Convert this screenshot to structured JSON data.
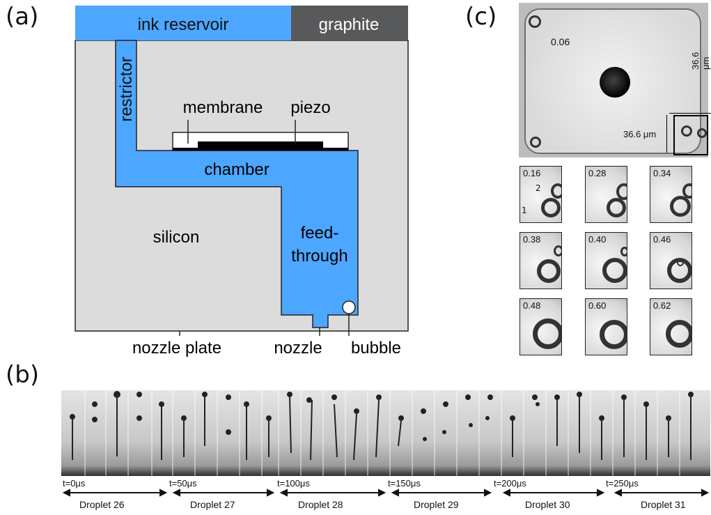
{
  "panels": {
    "a": {
      "label": "(a)",
      "ink_reservoir": "ink reservoir",
      "graphite": "graphite",
      "restrictor": "restrictor",
      "membrane": "membrane",
      "piezo": "piezo",
      "chamber": "chamber",
      "feedthrough_line1": "feed-",
      "feedthrough_line2": "through",
      "silicon": "silicon",
      "nozzle_plate": "nozzle plate",
      "nozzle": "nozzle",
      "bubble": "bubble"
    },
    "b": {
      "label": "(b)",
      "time_labels": [
        "t=0μs",
        "t=50μs",
        "t=100μs",
        "t=150μs",
        "t=200μs",
        "t=250μs"
      ],
      "droplet_labels": [
        "Droplet 26",
        "Droplet 27",
        "Droplet 28",
        "Droplet 29",
        "Droplet 30",
        "Droplet 31"
      ]
    },
    "c": {
      "label": "(c)",
      "main_value": "0.06",
      "dim_vertical": "36.6 μm",
      "dim_horizontal": "36.6 μm",
      "tile_values": [
        "0.16",
        "0.28",
        "0.34",
        "0.38",
        "0.40",
        "0.46",
        "0.48",
        "0.60",
        "0.62"
      ],
      "arrow_1": "1",
      "arrow_2": "2"
    }
  },
  "colors": {
    "ink": "#4da6ff",
    "graphite": "#58595b",
    "silicon": "#dcdcdc"
  }
}
